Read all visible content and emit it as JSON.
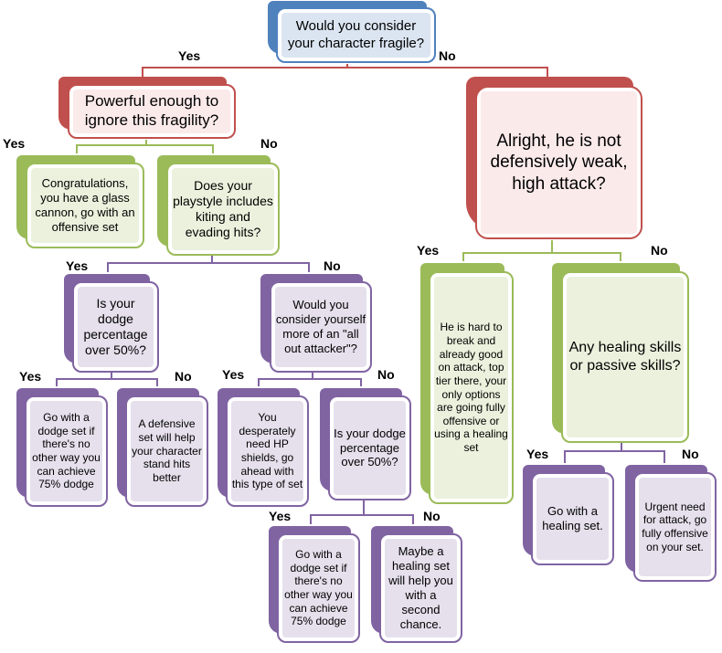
{
  "colors": {
    "blue": "#4f81bd",
    "red": "#c0504d",
    "green": "#9bbb59",
    "purple": "#8064a2"
  },
  "nodes": {
    "root": "Would you consider your character fragile?",
    "powerful": "Powerful enough to ignore this fragility?",
    "not_weak": "Alright, he is not defensively weak, high attack?",
    "glass_cannon": "Congratulations, you have a glass cannon, go with an offensive set",
    "kiting": "Does your playstyle includes kiting and evading hits?",
    "dodge_50_a": "Is your dodge percentage over 50%?",
    "all_out": "Would you consider yourself more of an \"all out attacker\"?",
    "dodge_set_a": "Go with a dodge set if there's no other way you can achieve 75% dodge",
    "defensive_set": "A defensive set will help your character stand hits better",
    "hp_shields": "You desperately need HP shields, go ahead with this type of set",
    "dodge_50_b": "Is your dodge percentage over 50%?",
    "dodge_set_b": "Go with a dodge set if there's no other way you can achieve 75% dodge",
    "maybe_healing": "Maybe a healing set will help you with a second chance.",
    "hard_to_break": "He is hard to break and already good on attack, top tier there, your only options are going fully offensive or using a healing set",
    "healing_skills": "Any healing skills or passive skills?",
    "healing_set": "Go with a healing set.",
    "urgent_attack": "Urgent need for attack, go fully offensive on your set."
  },
  "edge_labels": {
    "root_yes": "Yes",
    "root_no": "No",
    "powerful_yes": "Yes",
    "powerful_no": "No",
    "kiting_yes": "Yes",
    "kiting_no": "No",
    "dodge_a_yes": "Yes",
    "dodge_a_no": "No",
    "all_out_yes": "Yes",
    "all_out_no": "No",
    "dodge_b_yes": "Yes",
    "dodge_b_no": "No",
    "not_weak_yes": "Yes",
    "not_weak_no": "No",
    "healing_yes": "Yes",
    "healing_no": "No"
  }
}
